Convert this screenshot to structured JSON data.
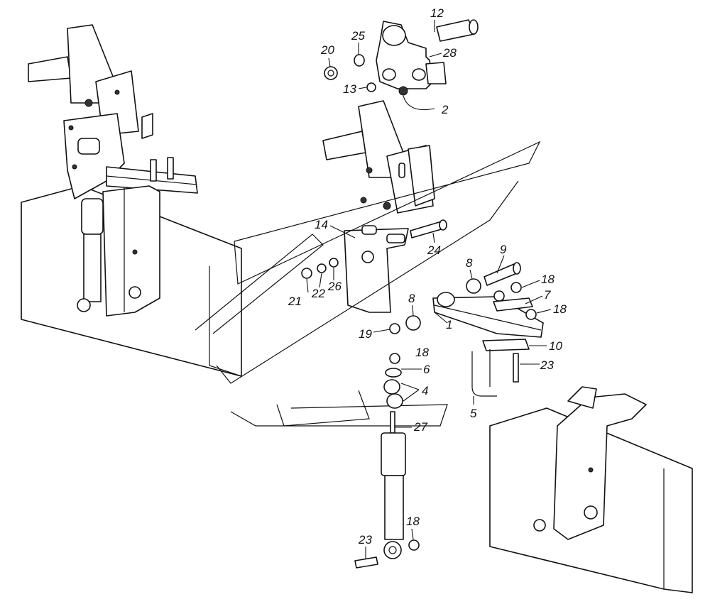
{
  "figure": {
    "callouts": {
      "c1": "1",
      "c2": "2",
      "c4": "4",
      "c5": "5",
      "c6": "6",
      "c7": "7",
      "c8a": "8",
      "c8b": "8",
      "c9": "9",
      "c10": "10",
      "c12": "12",
      "c13": "13",
      "c14": "14",
      "c18a": "18",
      "c18b": "18",
      "c18c": "18",
      "c18d": "18",
      "c19": "19",
      "c20": "20",
      "c21": "21",
      "c22": "22",
      "c23a": "23",
      "c23b": "23",
      "c24": "24",
      "c25": "25",
      "c26": "26",
      "c27": "27",
      "c28": "28"
    }
  }
}
